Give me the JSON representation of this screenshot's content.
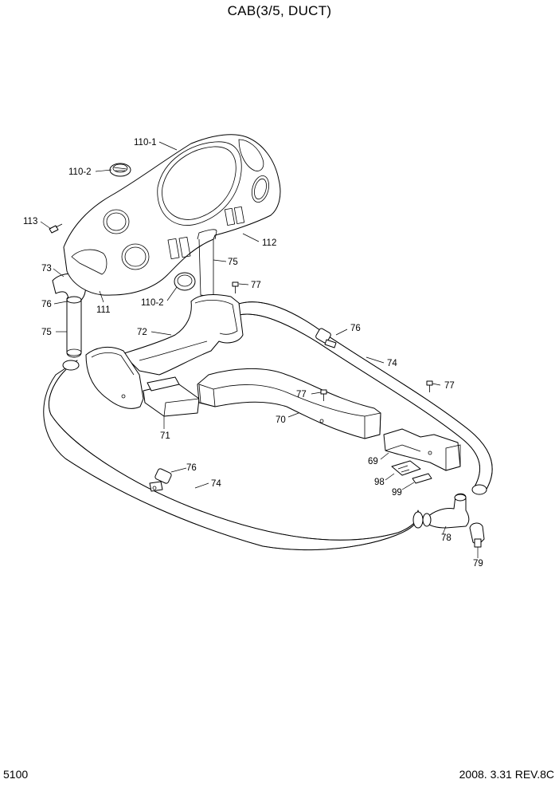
{
  "header": {
    "title": "CAB(3/5, DUCT)"
  },
  "footer": {
    "page_number": "5100",
    "date_revision": "2008. 3.31  REV.8C"
  },
  "callouts": [
    {
      "id": "c110-1a",
      "text": "110-1"
    },
    {
      "id": "c110-2a",
      "text": "110-2"
    },
    {
      "id": "c113",
      "text": "113"
    },
    {
      "id": "c112",
      "text": "112"
    },
    {
      "id": "c73",
      "text": "73"
    },
    {
      "id": "c76a",
      "text": "76"
    },
    {
      "id": "c111",
      "text": "111"
    },
    {
      "id": "c110-2b",
      "text": "110-2"
    },
    {
      "id": "c75a",
      "text": "75"
    },
    {
      "id": "c77a",
      "text": "77"
    },
    {
      "id": "c75b",
      "text": "75"
    },
    {
      "id": "c72",
      "text": "72"
    },
    {
      "id": "c76b",
      "text": "76"
    },
    {
      "id": "c74a",
      "text": "74"
    },
    {
      "id": "c77b",
      "text": "77"
    },
    {
      "id": "c77c",
      "text": "77"
    },
    {
      "id": "c70",
      "text": "70"
    },
    {
      "id": "c71",
      "text": "71"
    },
    {
      "id": "c69",
      "text": "69"
    },
    {
      "id": "c76c",
      "text": "76"
    },
    {
      "id": "c74b",
      "text": "74"
    },
    {
      "id": "c98",
      "text": "98"
    },
    {
      "id": "c99",
      "text": "99"
    },
    {
      "id": "c78",
      "text": "78"
    },
    {
      "id": "c79",
      "text": "79"
    }
  ]
}
